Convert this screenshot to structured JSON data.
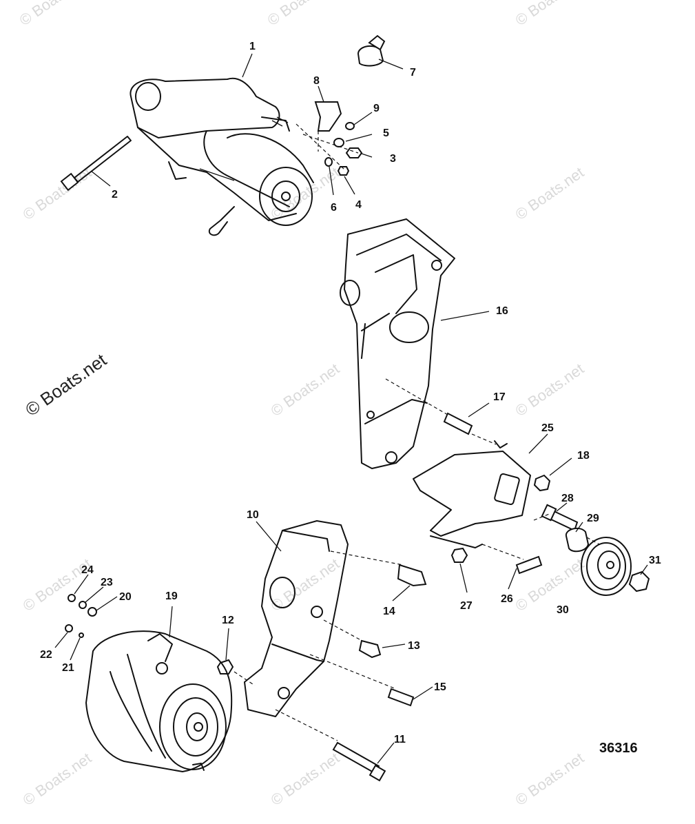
{
  "watermark": {
    "text": "© Boats.net"
  },
  "drawing_number": "36316",
  "callouts": [
    "1",
    "2",
    "3",
    "4",
    "5",
    "6",
    "7",
    "8",
    "9",
    "10",
    "11",
    "12",
    "13",
    "14",
    "15",
    "16",
    "17",
    "18",
    "19",
    "20",
    "21",
    "22",
    "23",
    "24",
    "25",
    "26",
    "27",
    "28",
    "29",
    "30",
    "31"
  ]
}
